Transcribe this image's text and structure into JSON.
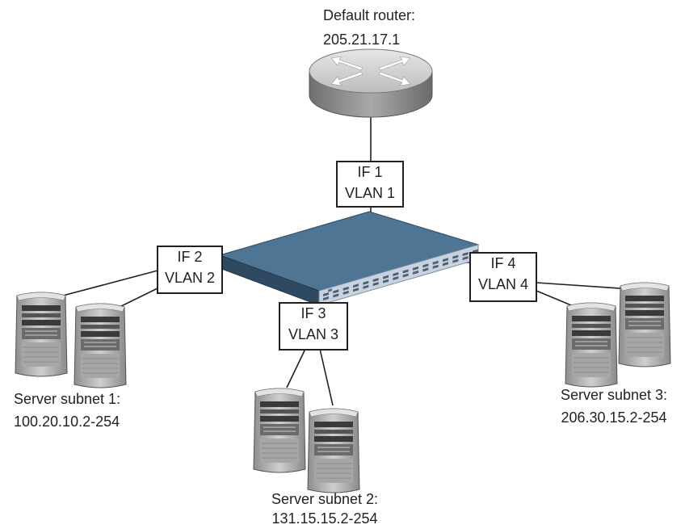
{
  "router": {
    "line1": "Default router:",
    "line2": "205.21.17.1"
  },
  "interfaces": [
    {
      "name": "IF 1",
      "vlan": "VLAN 1"
    },
    {
      "name": "IF 2",
      "vlan": "VLAN 2"
    },
    {
      "name": "IF 3",
      "vlan": "VLAN 3"
    },
    {
      "name": "IF 4",
      "vlan": "VLAN 4"
    }
  ],
  "subnets": [
    {
      "line1": "Server subnet 1:",
      "line2": "100.20.10.2-254"
    },
    {
      "line1": "Server subnet 2:",
      "line2": "131.15.15.2-254"
    },
    {
      "line1": "Server subnet 3:",
      "line2": "206.30.15.2-254"
    }
  ],
  "colors": {
    "switch_top": "#4f7594",
    "switch_front": "#c8d3df",
    "router_body": "#8c8c8c",
    "router_top": "#d8d8d8",
    "server_body": "#b7b7b7",
    "server_dark": "#3a3a3a",
    "line": "#231f20"
  }
}
